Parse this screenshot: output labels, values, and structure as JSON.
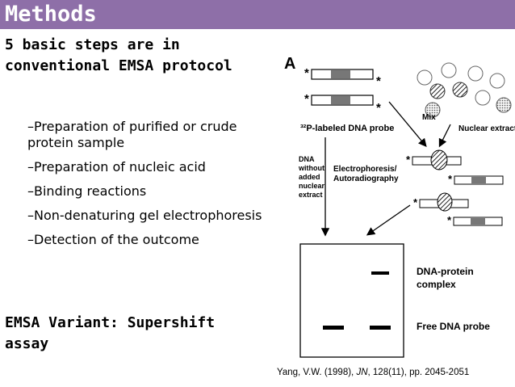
{
  "slide": {
    "title": "Methods",
    "intro_line1": "5 basic steps are in",
    "intro_line2": "conventional EMSA protocol",
    "steps": [
      "–Preparation of purified or crude protein sample",
      "–Preparation of nucleic acid",
      "–Binding reactions",
      "–Non-denaturing gel electrophoresis",
      "–Detection of the outcome"
    ],
    "variant_line1": "EMSA Variant: Supershift",
    "variant_line2": "assay",
    "citation": {
      "authors": "Yang, V.W. (1998), ",
      "journal": "JN",
      "details": ", 128(11), pp. 2045-2051"
    }
  },
  "figure": {
    "panel_label": "A",
    "mix": "Mix",
    "nuclear_extract": "Nuclear extract",
    "probe_label": "³²P-labeled DNA probe",
    "asterisk": "*",
    "left_note": [
      "DNA",
      "without",
      "added",
      "nuclear",
      "extract"
    ],
    "electro_label": [
      "Electrophoresis/",
      "Autoradiography"
    ],
    "complex_label": [
      "DNA-protein",
      "complex"
    ],
    "free_label": "Free DNA probe"
  }
}
